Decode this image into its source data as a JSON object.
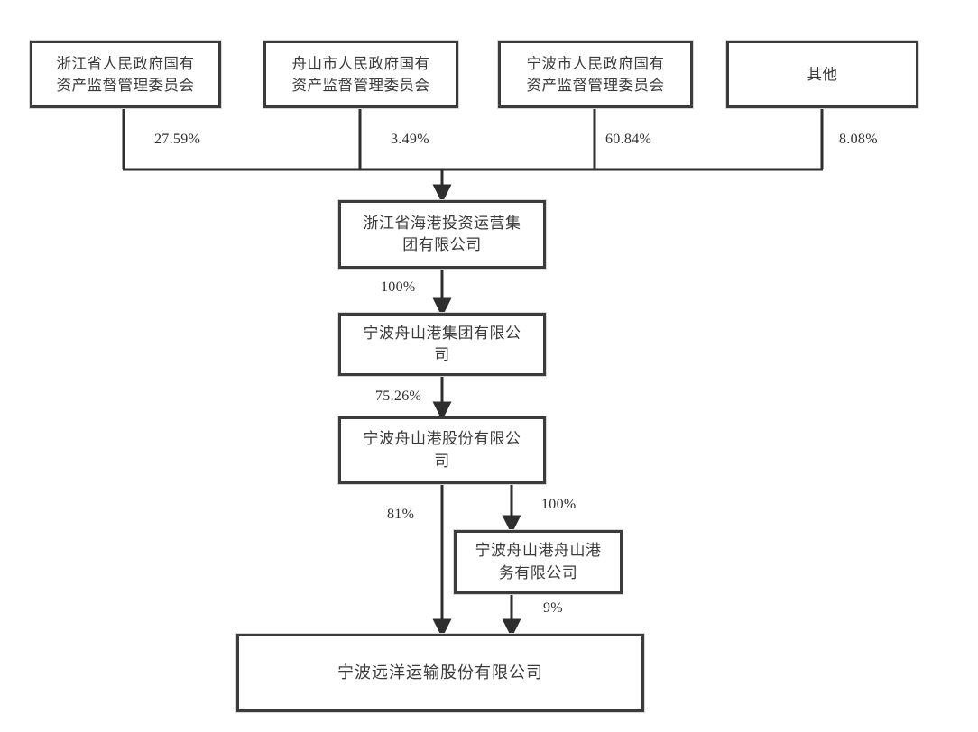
{
  "diagram": {
    "type": "ownership-structure-chart",
    "title": "",
    "background_color": "#ffffff",
    "line_color": "#3b3b3b",
    "box_border_color": "#3b3b3b",
    "text_color": "#3a3a3a"
  },
  "nodes": {
    "zhejiang_sasac": {
      "label": "浙江省人民政府国有\n资产监督管理委员会"
    },
    "zhoushan_sasac": {
      "label": "舟山市人民政府国有\n资产监督管理委员会"
    },
    "ningbo_sasac": {
      "label": "宁波市人民政府国有\n资产监督管理委员会"
    },
    "others": {
      "label": "其他"
    },
    "seaport_group": {
      "label": "浙江省海港投资运营集\n团有限公司"
    },
    "nbzs_port_group": {
      "label": "宁波舟山港集团有限公\n司"
    },
    "nbzs_port_co": {
      "label": "宁波舟山港股份有限公\n司"
    },
    "zhoushan_port_service": {
      "label": "宁波舟山港舟山港\n务有限公司"
    },
    "ningbo_marine": {
      "label": "宁波远洋运输股份有限公司"
    }
  },
  "edges": [
    {
      "id": "e1",
      "from": "zhejiang_sasac",
      "to": "seaport_group",
      "label": "27.59%"
    },
    {
      "id": "e2",
      "from": "zhoushan_sasac",
      "to": "seaport_group",
      "label": "3.49%"
    },
    {
      "id": "e3",
      "from": "ningbo_sasac",
      "to": "seaport_group",
      "label": "60.84%"
    },
    {
      "id": "e4",
      "from": "others",
      "to": "seaport_group",
      "label": "8.08%"
    },
    {
      "id": "e5",
      "from": "seaport_group",
      "to": "nbzs_port_group",
      "label": "100%"
    },
    {
      "id": "e6",
      "from": "nbzs_port_group",
      "to": "nbzs_port_co",
      "label": "75.26%"
    },
    {
      "id": "e7",
      "from": "nbzs_port_co",
      "to": "ningbo_marine",
      "label": "81%"
    },
    {
      "id": "e8",
      "from": "nbzs_port_co",
      "to": "zhoushan_port_service",
      "label": "100%"
    },
    {
      "id": "e9",
      "from": "zhoushan_port_service",
      "to": "ningbo_marine",
      "label": "9%"
    }
  ]
}
